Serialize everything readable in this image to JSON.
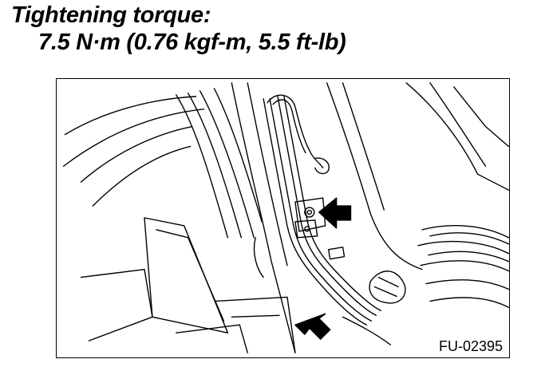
{
  "torque": {
    "label": "Tightening torque:",
    "value": "7.5 N·m (0.76 kgf-m, 5.5 ft-lb)"
  },
  "figure": {
    "code": "FU-02395"
  }
}
